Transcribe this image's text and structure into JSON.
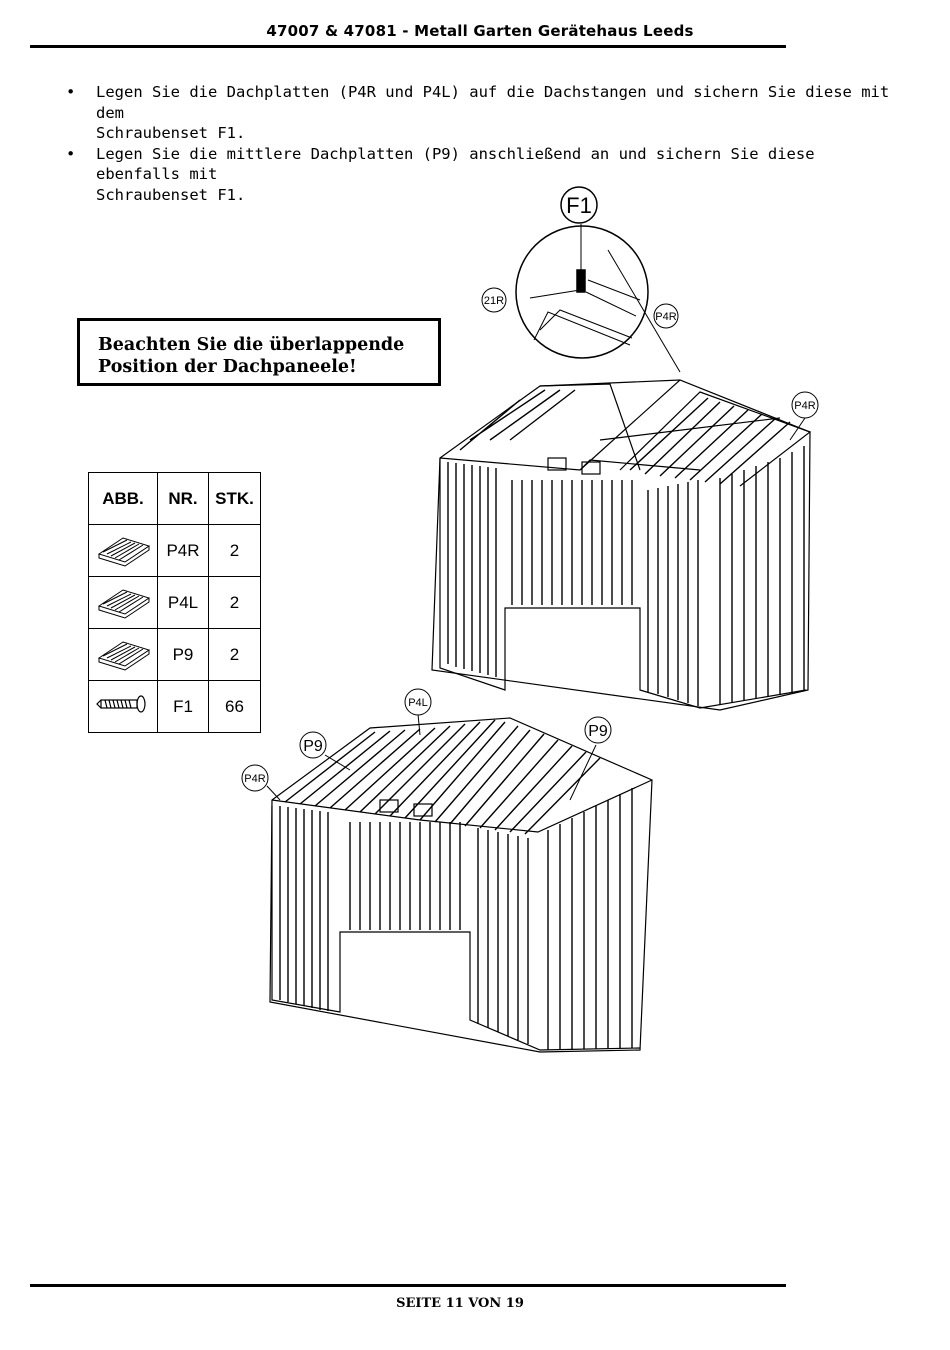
{
  "header": {
    "title": "47007 & 47081 - Metall Garten Gerätehaus Leeds"
  },
  "instructions": [
    {
      "line1": "Legen Sie die Dachplatten (P4R und P4L) auf die Dachstangen und sichern Sie diese mit dem",
      "line2": "Schraubenset F1."
    },
    {
      "line1": "Legen Sie die mittlere Dachplatten (P9) anschließend an und sichern Sie diese ebenfalls mit",
      "line2": "Schraubenset F1."
    }
  ],
  "note": {
    "line1": "Beachten Sie die überlappende",
    "line2": "Position der Dachpaneele!"
  },
  "parts_table": {
    "headers": [
      "ABB.",
      "NR.",
      "STK."
    ],
    "rows": [
      {
        "icon": "roof-panel-icon",
        "nr": "P4R",
        "stk": "2"
      },
      {
        "icon": "roof-panel-icon",
        "nr": "P4L",
        "stk": "2"
      },
      {
        "icon": "roof-panel-icon",
        "nr": "P9",
        "stk": "2"
      },
      {
        "icon": "screw-icon",
        "nr": "F1",
        "stk": "66"
      }
    ]
  },
  "callouts": {
    "detail": "F1",
    "detail_left": "21R",
    "detail_right": "P4R",
    "shed1_right": "P4R",
    "shed2_top": "P4L",
    "shed2_left_upper": "P9",
    "shed2_left": "P4R",
    "shed2_right": "P9"
  },
  "footer": {
    "page": "SEITE 11 VON 19"
  }
}
